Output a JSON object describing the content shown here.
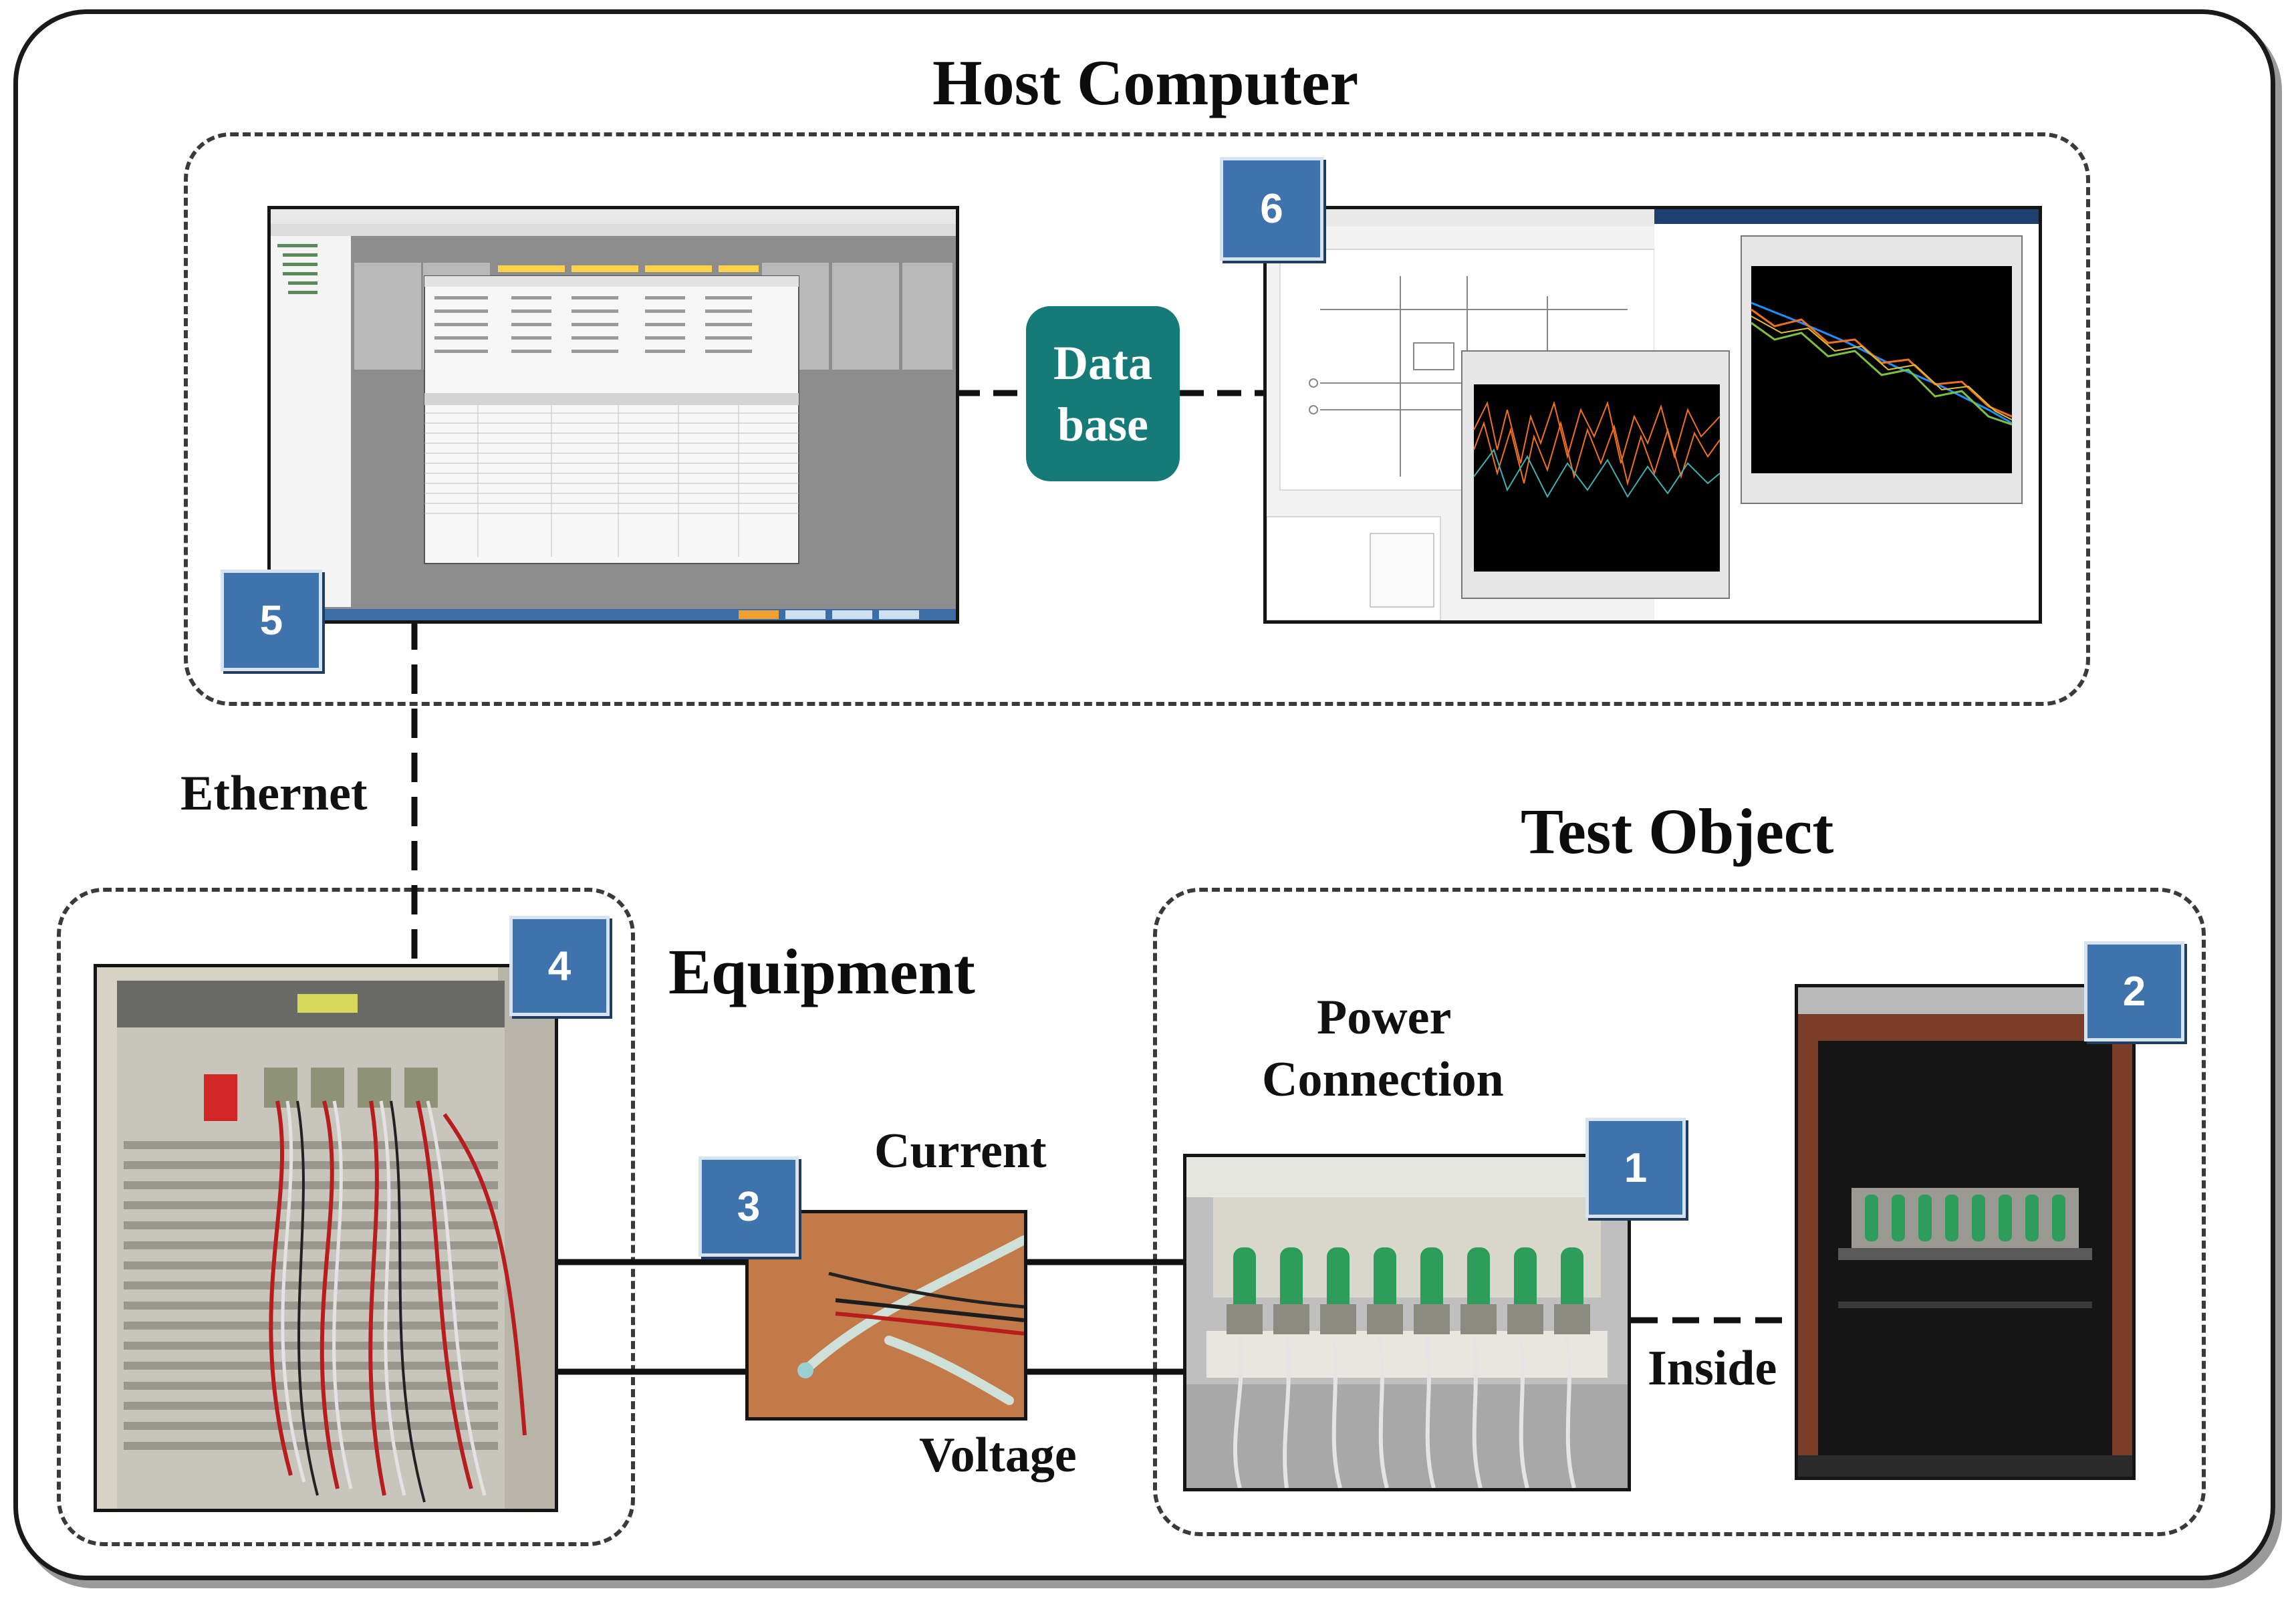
{
  "titles": {
    "host_computer": "Host Computer",
    "equipment": "Equipment",
    "test_object": "Test Object"
  },
  "database": {
    "line1": "Data",
    "line2": "base"
  },
  "labels": {
    "ethernet": "Ethernet",
    "current": "Current",
    "voltage": "Voltage",
    "power_connection_1": "Power",
    "power_connection_2": "Connection",
    "inside": "Inside"
  },
  "badges": {
    "b1": "1",
    "b2": "2",
    "b3": "3",
    "b4": "4",
    "b5": "5",
    "b6": "6"
  },
  "colors": {
    "badge": "#3f73ad",
    "database": "#167a78",
    "outline": "#1a1a1a"
  }
}
